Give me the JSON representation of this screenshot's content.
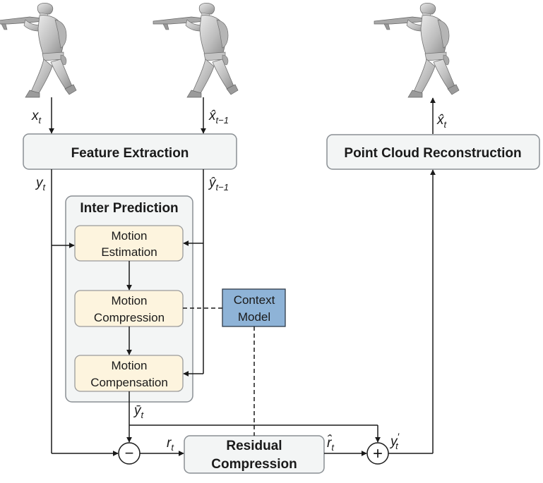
{
  "diagram": {
    "feature_extraction": "Feature Extraction",
    "point_cloud_reconstruction": "Point Cloud Reconstruction",
    "inter_prediction": "Inter Prediction",
    "motion_estimation": [
      "Motion",
      "Estimation"
    ],
    "motion_compression": [
      "Motion",
      "Compression"
    ],
    "motion_compensation": [
      "Motion",
      "Compensation"
    ],
    "context_model": [
      "Context",
      "Model"
    ],
    "residual_compression": [
      "Residual",
      "Compression"
    ],
    "labels": {
      "x_t": "x",
      "x_t_sub": "t",
      "xhat_tm1": "x̂",
      "xhat_tm1_sub": "t−1",
      "y_t": "y",
      "y_t_sub": "t",
      "yhat_tm1": "ŷ",
      "yhat_tm1_sub": "t−1",
      "ybar_t": "ȳ",
      "ybar_t_sub": "t",
      "r_t": "r",
      "r_t_sub": "t",
      "rhat_t": "r̂",
      "rhat_t_sub": "t",
      "yprime_t": "y",
      "yprime_t_sub": "t",
      "yprime_t_sup": "′",
      "xhat_t": "x̂",
      "xhat_t_sub": "t"
    },
    "operators": {
      "minus": "−",
      "plus": "+"
    },
    "colors": {
      "box_fill": "#f3f5f5",
      "box_stroke": "#8a8f94",
      "motion_fill": "#fdf4de",
      "motion_stroke": "#9a9a9a",
      "context_fill": "#8eb3d7",
      "context_stroke": "#2f3b48",
      "line": "#1a1a1a"
    },
    "figures": [
      "point-cloud-soldier",
      "point-cloud-soldier",
      "point-cloud-soldier"
    ]
  }
}
